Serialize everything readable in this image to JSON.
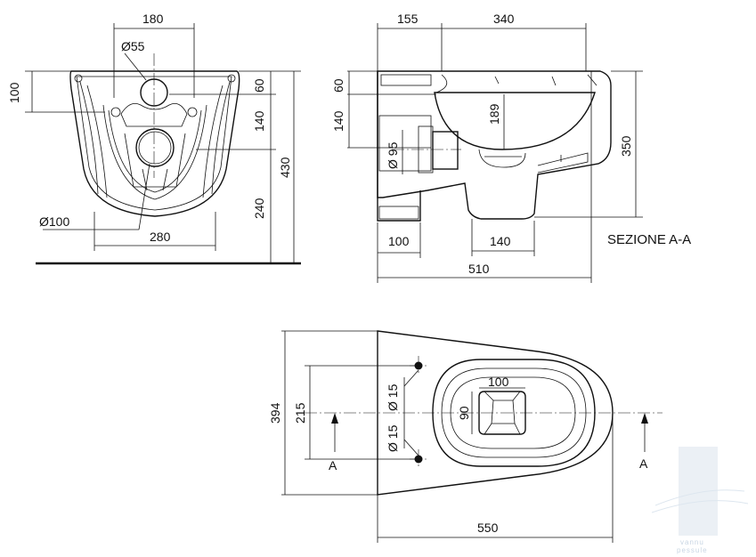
{
  "front_view": {
    "dim_top": "180",
    "dim_dia55": "Ø55",
    "dim_100": "100",
    "dim_60": "60",
    "dim_140": "140",
    "dim_430": "430",
    "dim_240": "240",
    "dim_dia100": "Ø100",
    "dim_280": "280"
  },
  "section_view": {
    "dim_155": "155",
    "dim_340": "340",
    "dim_60": "60",
    "dim_140": "140",
    "dim_189": "189",
    "dim_dia95": "Ø 95",
    "dim_350": "350",
    "dim_100": "100",
    "dim_140b": "140",
    "dim_510": "510",
    "title": "SEZIONE A-A"
  },
  "top_view": {
    "dim_394": "394",
    "dim_215": "215",
    "dim_dia15a": "Ø 15",
    "dim_dia15b": "Ø 15",
    "dim_100": "100",
    "dim_90": "90",
    "dim_550": "550",
    "section_mark_left": "A",
    "section_mark_right": "A"
  },
  "watermark": {
    "line1": "vannu",
    "line2": "pessule"
  },
  "colors": {
    "ink": "#111111",
    "watermark": "#c9d6e4"
  }
}
